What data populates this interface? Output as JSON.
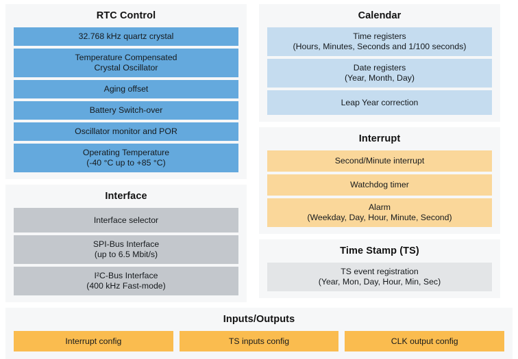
{
  "panels": {
    "rtc_control": {
      "title": "RTC Control",
      "blocks": [
        {
          "line1": "32.768 kHz quartz crystal",
          "line2": ""
        },
        {
          "line1": "Temperature Compensated",
          "line2": "Crystal Oscillator"
        },
        {
          "line1": "Aging offset",
          "line2": ""
        },
        {
          "line1": "Battery Switch-over",
          "line2": ""
        },
        {
          "line1": "Oscillator monitor and POR",
          "line2": ""
        },
        {
          "line1": "Operating Temperature",
          "line2": "(-40 °C up to +85 °C)"
        }
      ]
    },
    "interface": {
      "title": "Interface",
      "blocks": [
        {
          "line1": "Interface selector",
          "line2": ""
        },
        {
          "line1": "SPI-Bus Interface",
          "line2": "(up to 6.5 Mbit/s)"
        },
        {
          "line1": "I²C-Bus Interface",
          "line2": "(400 kHz Fast-mode)"
        }
      ]
    },
    "calendar": {
      "title": "Calendar",
      "blocks": [
        {
          "line1": "Time registers",
          "line2": "(Hours, Minutes, Seconds and 1/100 seconds)"
        },
        {
          "line1": "Date registers",
          "line2": "(Year, Month, Day)"
        },
        {
          "line1": "Leap Year correction",
          "line2": ""
        }
      ]
    },
    "interrupt": {
      "title": "Interrupt",
      "blocks": [
        {
          "line1": "Second/Minute interrupt",
          "line2": ""
        },
        {
          "line1": "Watchdog timer",
          "line2": ""
        },
        {
          "line1": "Alarm",
          "line2": "(Weekday, Day, Hour, Minute, Second)"
        }
      ]
    },
    "time_stamp": {
      "title": "Time Stamp (TS)",
      "blocks": [
        {
          "line1": "TS event registration",
          "line2": "(Year, Mon, Day, Hour, Min, Sec)"
        }
      ]
    },
    "inputs_outputs": {
      "title": "Inputs/Outputs",
      "blocks": [
        {
          "line1": "Interrupt config",
          "line2": ""
        },
        {
          "line1": "TS inputs config",
          "line2": ""
        },
        {
          "line1": "CLK output config",
          "line2": ""
        }
      ]
    }
  },
  "colors": {
    "page_background": "#ffffff",
    "panel_background": "#f6f7f8",
    "rtc_block": "#64a9dd",
    "interface_block": "#c3c7cc",
    "calendar_block": "#c5dcef",
    "interrupt_block": "#fad79a",
    "time_stamp_block": "#e3e5e7",
    "io_block": "#fabc4f",
    "text": "#15191c"
  }
}
